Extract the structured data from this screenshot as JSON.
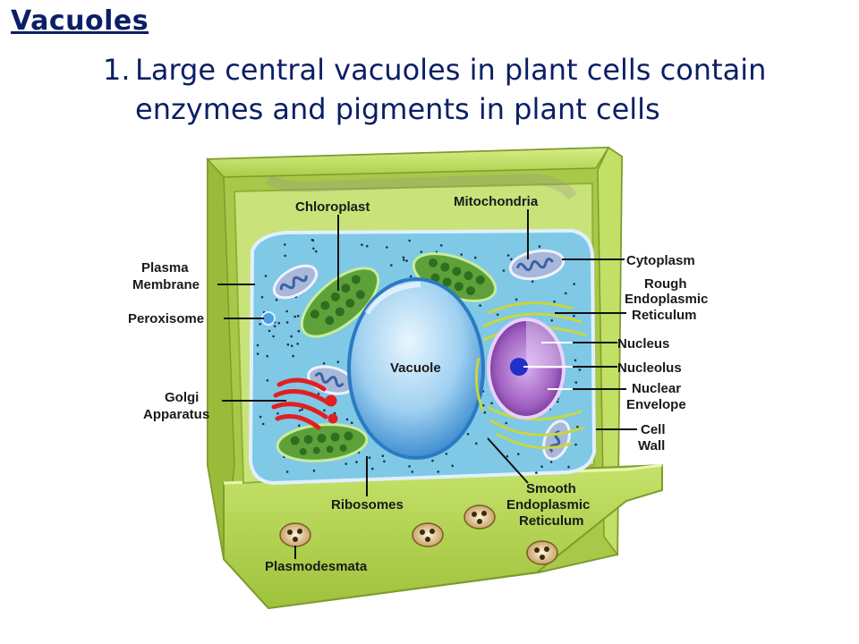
{
  "slide": {
    "title": "Vacuoles",
    "point_number": "1.",
    "point_line1": "Large central vacuoles in plant cells contain",
    "point_line2": "enzymes and pigments in plant cells"
  },
  "diagram": {
    "labels": {
      "chloroplast": "Chloroplast",
      "mitochondria": "Mitochondria",
      "plasma_membrane_1": "Plasma",
      "plasma_membrane_2": "Membrane",
      "peroxisome": "Peroxisome",
      "golgi_1": "Golgi",
      "golgi_2": "Apparatus",
      "vacuole": "Vacuole",
      "cytoplasm": "Cytoplasm",
      "rough_er_1": "Rough",
      "rough_er_2": "Endoplasmic",
      "rough_er_3": "Reticulum",
      "nucleus": "Nucleus",
      "nucleolus": "Nucleolus",
      "nuclear_env_1": "Nuclear",
      "nuclear_env_2": "Envelope",
      "cell_wall_1": "Cell",
      "cell_wall_2": "Wall",
      "ribosomes": "Ribosomes",
      "smooth_er_1": "Smooth",
      "smooth_er_2": "Endoplasmic",
      "smooth_er_3": "Reticulum",
      "plasmodesmata": "Plasmodesmata"
    },
    "colors": {
      "cell_wall": "#b8d85a",
      "cell_wall_dark": "#8fb236",
      "cytoplasm": "#7fc8e6",
      "vacuole": "#9fd0f0",
      "chloroplast": "#5ea13a",
      "nucleus": "#a060c0",
      "golgi": "#e02020"
    }
  }
}
